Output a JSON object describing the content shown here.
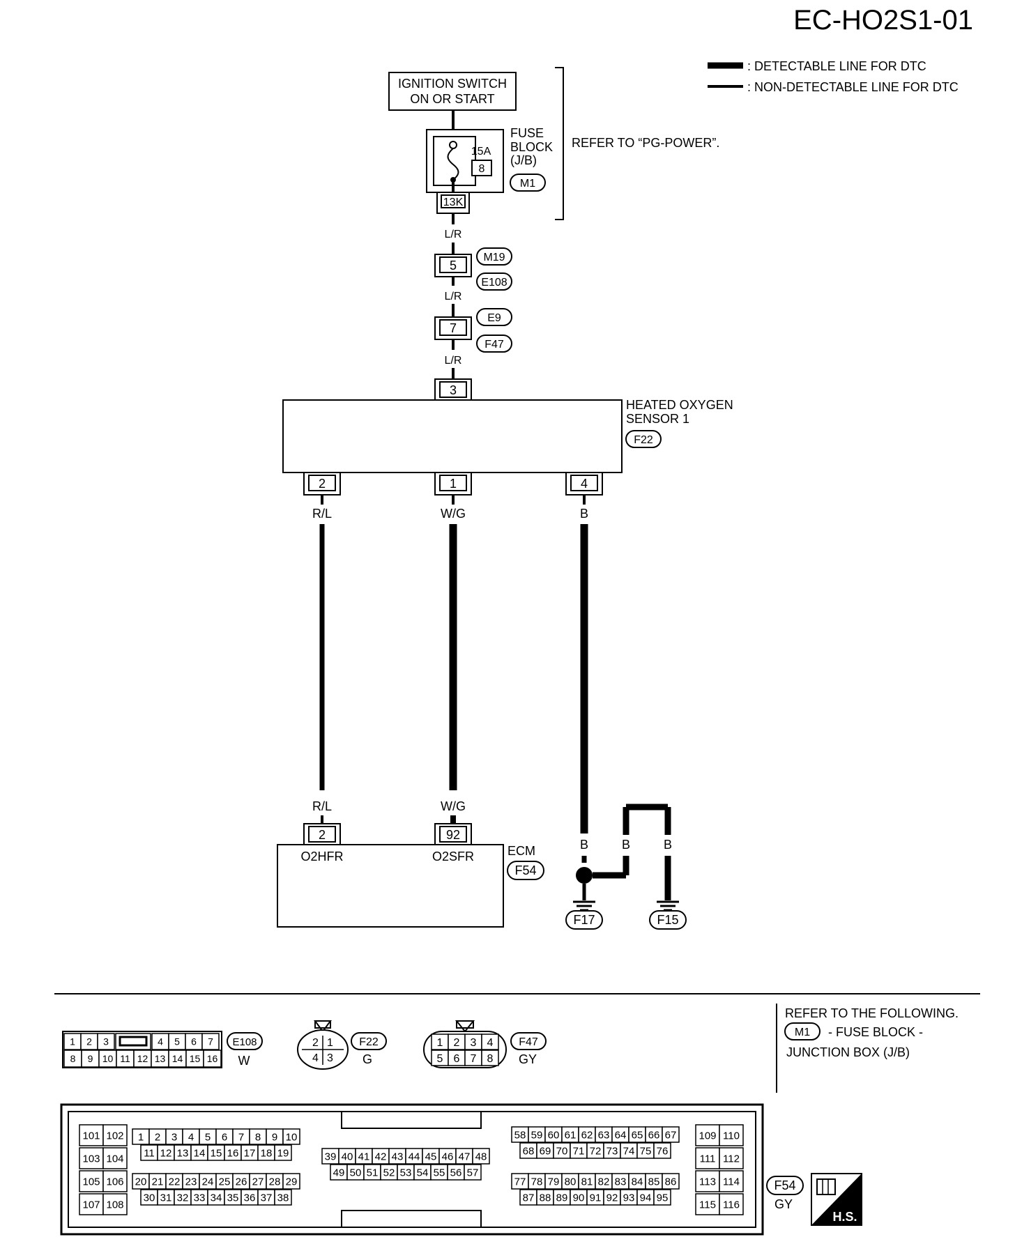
{
  "page_code": "EC-HO2S1-01",
  "legend": {
    "detectable": ": DETECTABLE LINE FOR DTC",
    "non_detectable": ": NON-DETECTABLE LINE FOR DTC"
  },
  "ignition_switch": {
    "line1": "IGNITION SWITCH",
    "line2": "ON OR START"
  },
  "fuse_block": {
    "label_line1": "FUSE",
    "label_line2": "BLOCK",
    "label_line3": "(J/B)",
    "amperage": "15A",
    "fuse_number": "8",
    "connector": "M1",
    "terminal": "13K"
  },
  "refer_power": "REFER TO “PG-POWER”.",
  "wire_colors": {
    "power": "L/R",
    "r_l": "R/L",
    "w_g": "W/G",
    "b": "B"
  },
  "joint_1": {
    "pin": "5",
    "conn_top": "M19",
    "conn_bottom": "E108"
  },
  "joint_2": {
    "pin": "7",
    "conn_top": "E9",
    "conn_bottom": "F47"
  },
  "sensor": {
    "line1": "HEATED OXYGEN",
    "line2": "SENSOR 1",
    "connector": "F22",
    "pin_top": "3",
    "pin_a": "2",
    "pin_b": "1",
    "pin_c": "4"
  },
  "ecm": {
    "label": "ECM",
    "connector": "F54",
    "pin_a": "2",
    "pin_b": "92",
    "term_a": "O2HFR",
    "term_b": "O2SFR"
  },
  "grounds": {
    "g1": "F17",
    "g2": "F15"
  },
  "connector_views": {
    "e108": {
      "id": "E108",
      "color": "W",
      "top": [
        "1",
        "2",
        "3",
        "4",
        "5",
        "6",
        "7"
      ],
      "bottom": [
        "8",
        "9",
        "10",
        "11",
        "12",
        "13",
        "14",
        "15",
        "16"
      ]
    },
    "f22": {
      "id": "F22",
      "color": "G",
      "top": [
        "2",
        "1"
      ],
      "bottom": [
        "4",
        "3"
      ]
    },
    "f47": {
      "id": "F47",
      "color": "GY",
      "top": [
        "1",
        "2",
        "3",
        "4"
      ],
      "bottom": [
        "5",
        "6",
        "7",
        "8"
      ]
    },
    "f54": {
      "id": "F54",
      "color": "GY",
      "g1": [
        "101",
        "102",
        "103",
        "104",
        "105",
        "106",
        "107",
        "108"
      ],
      "g2a": [
        "1",
        "2",
        "3",
        "4",
        "5",
        "6",
        "7",
        "8",
        "9",
        "10"
      ],
      "g2b": [
        "11",
        "12",
        "13",
        "14",
        "15",
        "16",
        "17",
        "18",
        "19"
      ],
      "g2c": [
        "20",
        "21",
        "22",
        "23",
        "24",
        "25",
        "26",
        "27",
        "28",
        "29"
      ],
      "g2d": [
        "30",
        "31",
        "32",
        "33",
        "34",
        "35",
        "36",
        "37",
        "38"
      ],
      "g3a": [
        "39",
        "40",
        "41",
        "42",
        "43",
        "44",
        "45",
        "46",
        "47",
        "48"
      ],
      "g3b": [
        "49",
        "50",
        "51",
        "52",
        "53",
        "54",
        "55",
        "56",
        "57"
      ],
      "g4a": [
        "58",
        "59",
        "60",
        "61",
        "62",
        "63",
        "64",
        "65",
        "66",
        "67"
      ],
      "g4b": [
        "68",
        "69",
        "70",
        "71",
        "72",
        "73",
        "74",
        "75",
        "76"
      ],
      "g4c": [
        "77",
        "78",
        "79",
        "80",
        "81",
        "82",
        "83",
        "84",
        "85",
        "86"
      ],
      "g4d": [
        "87",
        "88",
        "89",
        "90",
        "91",
        "92",
        "93",
        "94",
        "95"
      ],
      "g5": [
        "109",
        "110",
        "111",
        "112",
        "113",
        "114",
        "115",
        "116"
      ]
    }
  },
  "refer_following": {
    "line1": "REFER TO THE FOLLOWING.",
    "connector": "M1",
    "line2": "- FUSE BLOCK -",
    "line3": "JUNCTION BOX (J/B)"
  },
  "hs_badge": "H.S."
}
